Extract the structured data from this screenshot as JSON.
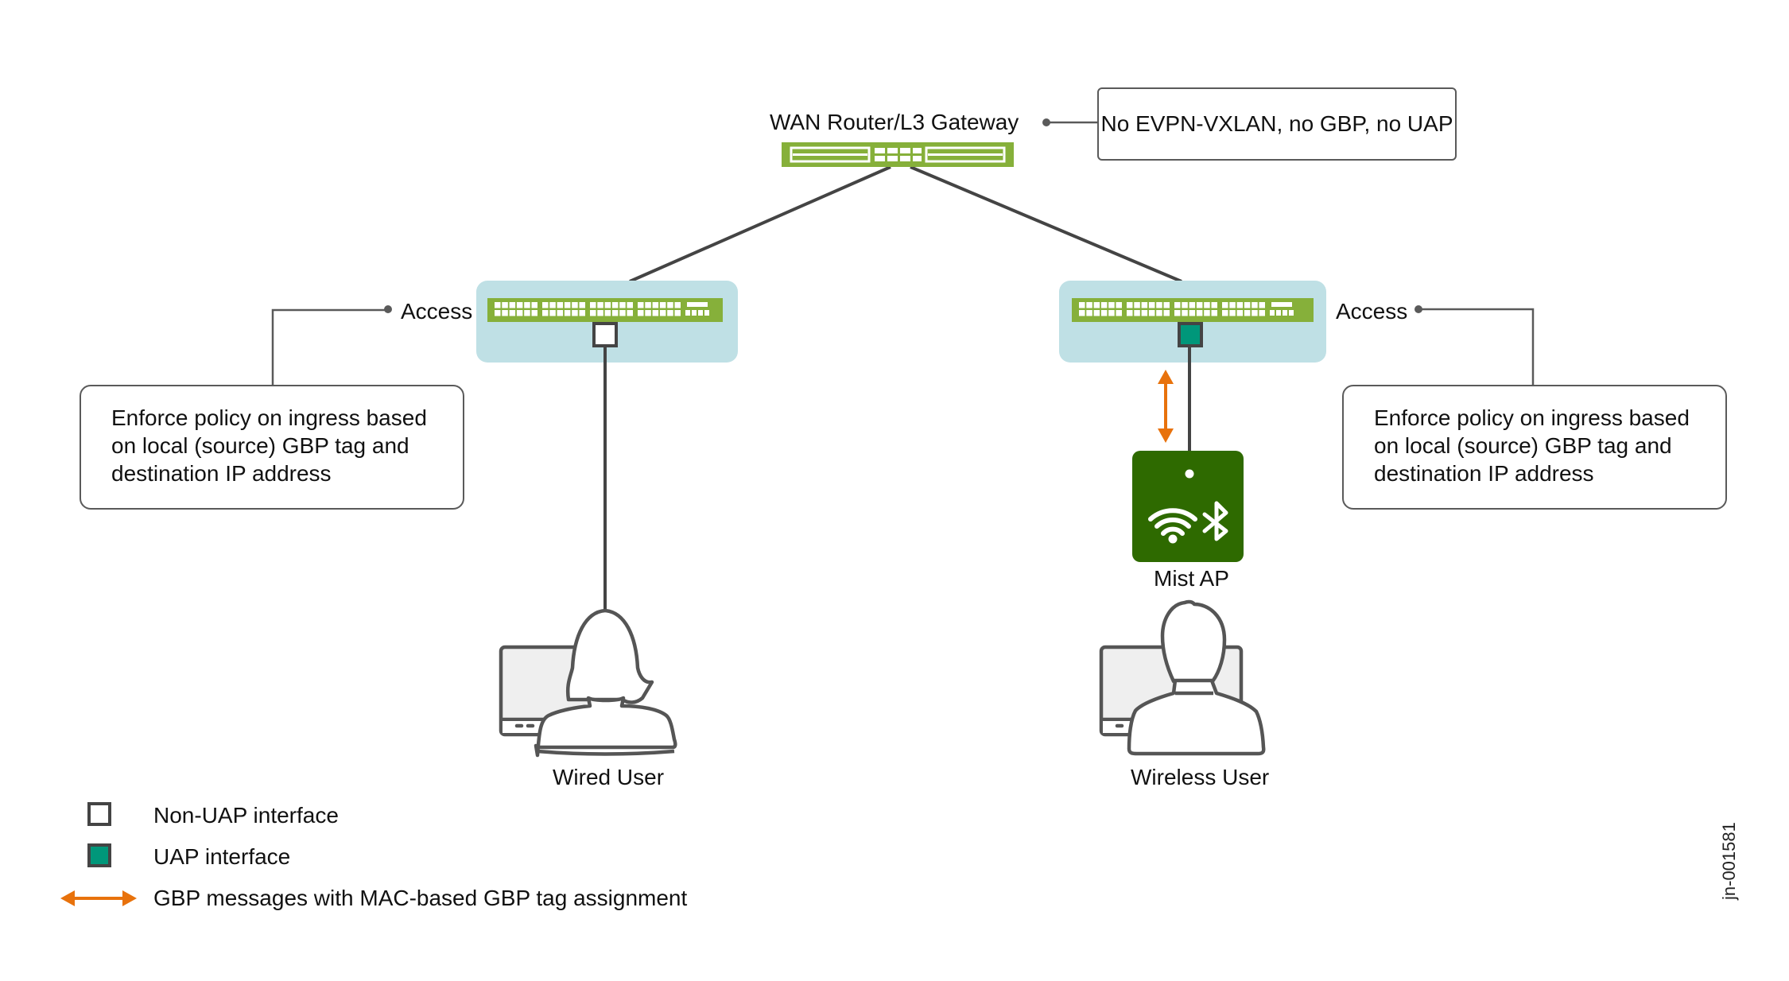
{
  "diagram": {
    "gateway": {
      "label": "WAN Router/L3 Gateway",
      "note": "No EVPN-VXLAN, no GBP, no UAP"
    },
    "access_left": {
      "label": "Access",
      "interface_type": "non-uap",
      "note": "Enforce policy on ingress based\non local (source) GBP tag and\ndestination IP address"
    },
    "access_right": {
      "label": "Access",
      "interface_type": "uap",
      "note": "Enforce policy on ingress based\non local (source) GBP tag and\ndestination IP address"
    },
    "access_point": {
      "label": "Mist AP",
      "icons": [
        "wifi-icon",
        "bluetooth-icon"
      ]
    },
    "users": [
      {
        "label": "Wired User",
        "icon": "female-user-at-computer-icon"
      },
      {
        "label": "Wireless User",
        "icon": "male-user-at-computer-icon"
      }
    ],
    "legend": [
      {
        "symbol": "white-square",
        "label": "Non-UAP interface"
      },
      {
        "symbol": "teal-square",
        "label": "UAP interface"
      },
      {
        "symbol": "orange-double-arrow",
        "label": "GBP messages with MAC-based GBP tag assignment"
      }
    ],
    "figure_id": "jn-001581",
    "colors": {
      "switch_green": "#86b03a",
      "panel_blue": "#bfe0e5",
      "uap_teal": "#00977a",
      "ap_green": "#2e6a00",
      "arrow_orange": "#e8720c",
      "line_gray": "#444444"
    }
  }
}
